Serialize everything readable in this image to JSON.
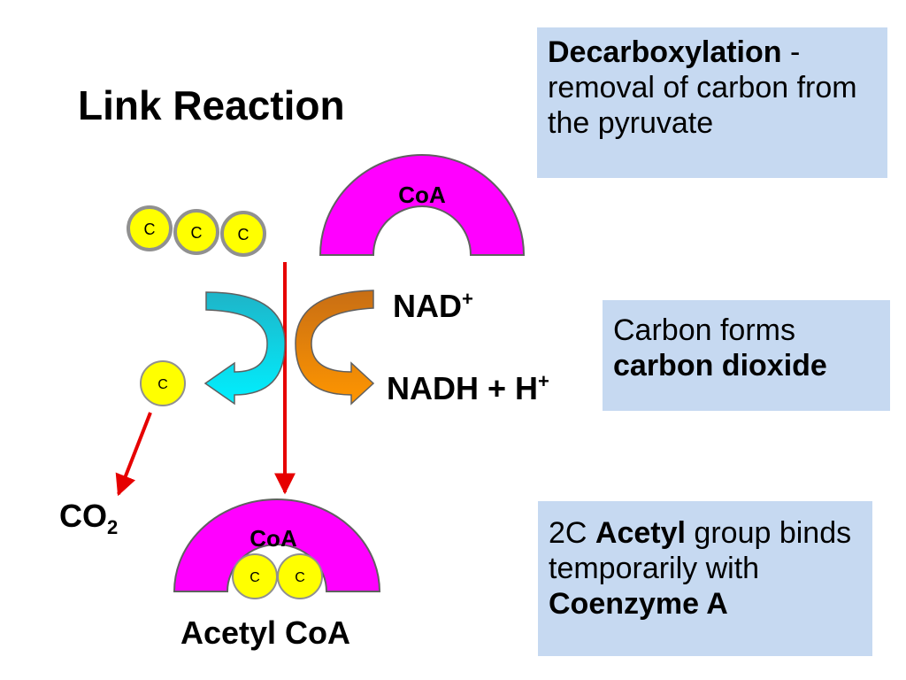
{
  "title": "Link Reaction",
  "boxes": {
    "decarboxylation": {
      "term": "Decarboxylation",
      "dash": " -",
      "desc": "removal of carbon from the pyruvate"
    },
    "carbon_dioxide": {
      "pre": "Carbon forms",
      "term": "carbon dioxide"
    },
    "acetyl": {
      "pre": "2C ",
      "term1": "Acetyl",
      "mid": " group binds temporarily with ",
      "term2": "Coenzyme A"
    }
  },
  "labels": {
    "coa_top": "CoA",
    "coa_bottom": "CoA",
    "carbon": "C",
    "nad": "NAD",
    "nad_sup": "+",
    "nadh": "NADH + H",
    "nadh_sup": "+",
    "co2": "CO",
    "co2_sub": "2",
    "acetyl_coa": "Acetyl CoA"
  },
  "colors": {
    "coa_magenta": "#ff00ff",
    "carbon_yellow": "#ffff00",
    "arrow_red": "#e60000",
    "cyan_arrow": "#00e0f0",
    "orange_arrow": "#ff8c00",
    "box_blue": "#c6d9f1"
  }
}
